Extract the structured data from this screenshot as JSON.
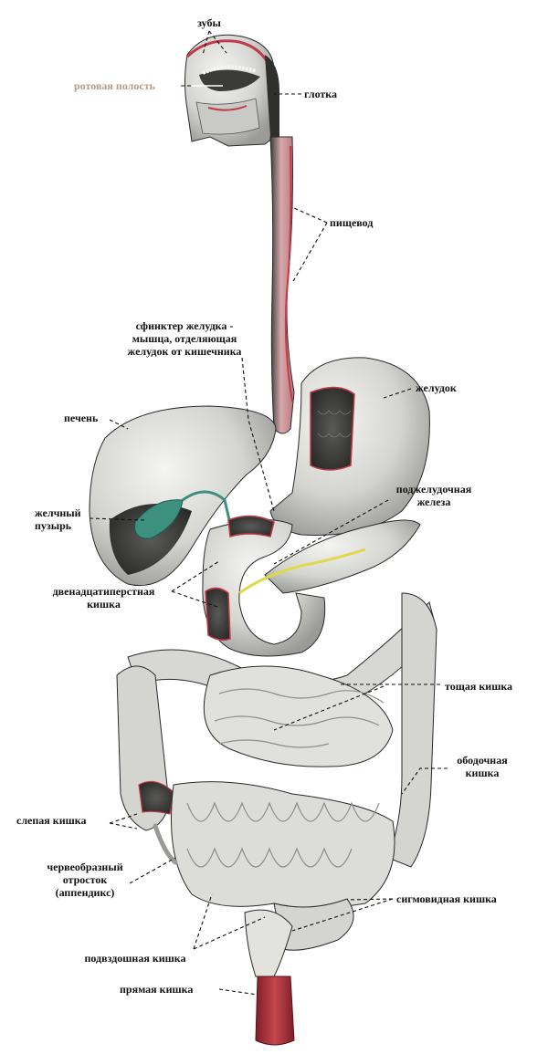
{
  "labels": {
    "teeth": "зубы",
    "oral_cavity": "ротовая полость",
    "pharynx": "глотка",
    "esophagus": "пищевод",
    "sphincter": "сфинктер желудка -\nмышца, отделяющая\nжелудок от кишечника",
    "stomach": "желудок",
    "liver": "печень",
    "gallbladder": "желчный\nпузырь",
    "pancreas": "поджелудочная\nжелеза",
    "duodenum": "двенадцатиперстная\nкишка",
    "jejunum": "тощая кишка",
    "colon": "ободочная\nкишка",
    "cecum": "слепая кишка",
    "appendix": "червеобразный\nотросток\n(аппендикс)",
    "sigmoid": "сигмовидная кишка",
    "ileum": "подвздошная кишка",
    "rectum": "прямая кишка"
  },
  "colors": {
    "label_text": "#111111",
    "oral_cavity_label": "#b79a86",
    "tissue_gray": "#d9d9d6",
    "tissue_shadow": "#8d8d8a",
    "muscle_red": "#c23a4a",
    "esophagus_pink": "#d8a3a5",
    "bile_green": "#3d8f7e",
    "pancreatic_duct": "#e2d94a",
    "rectum_red": "#a8323a"
  }
}
